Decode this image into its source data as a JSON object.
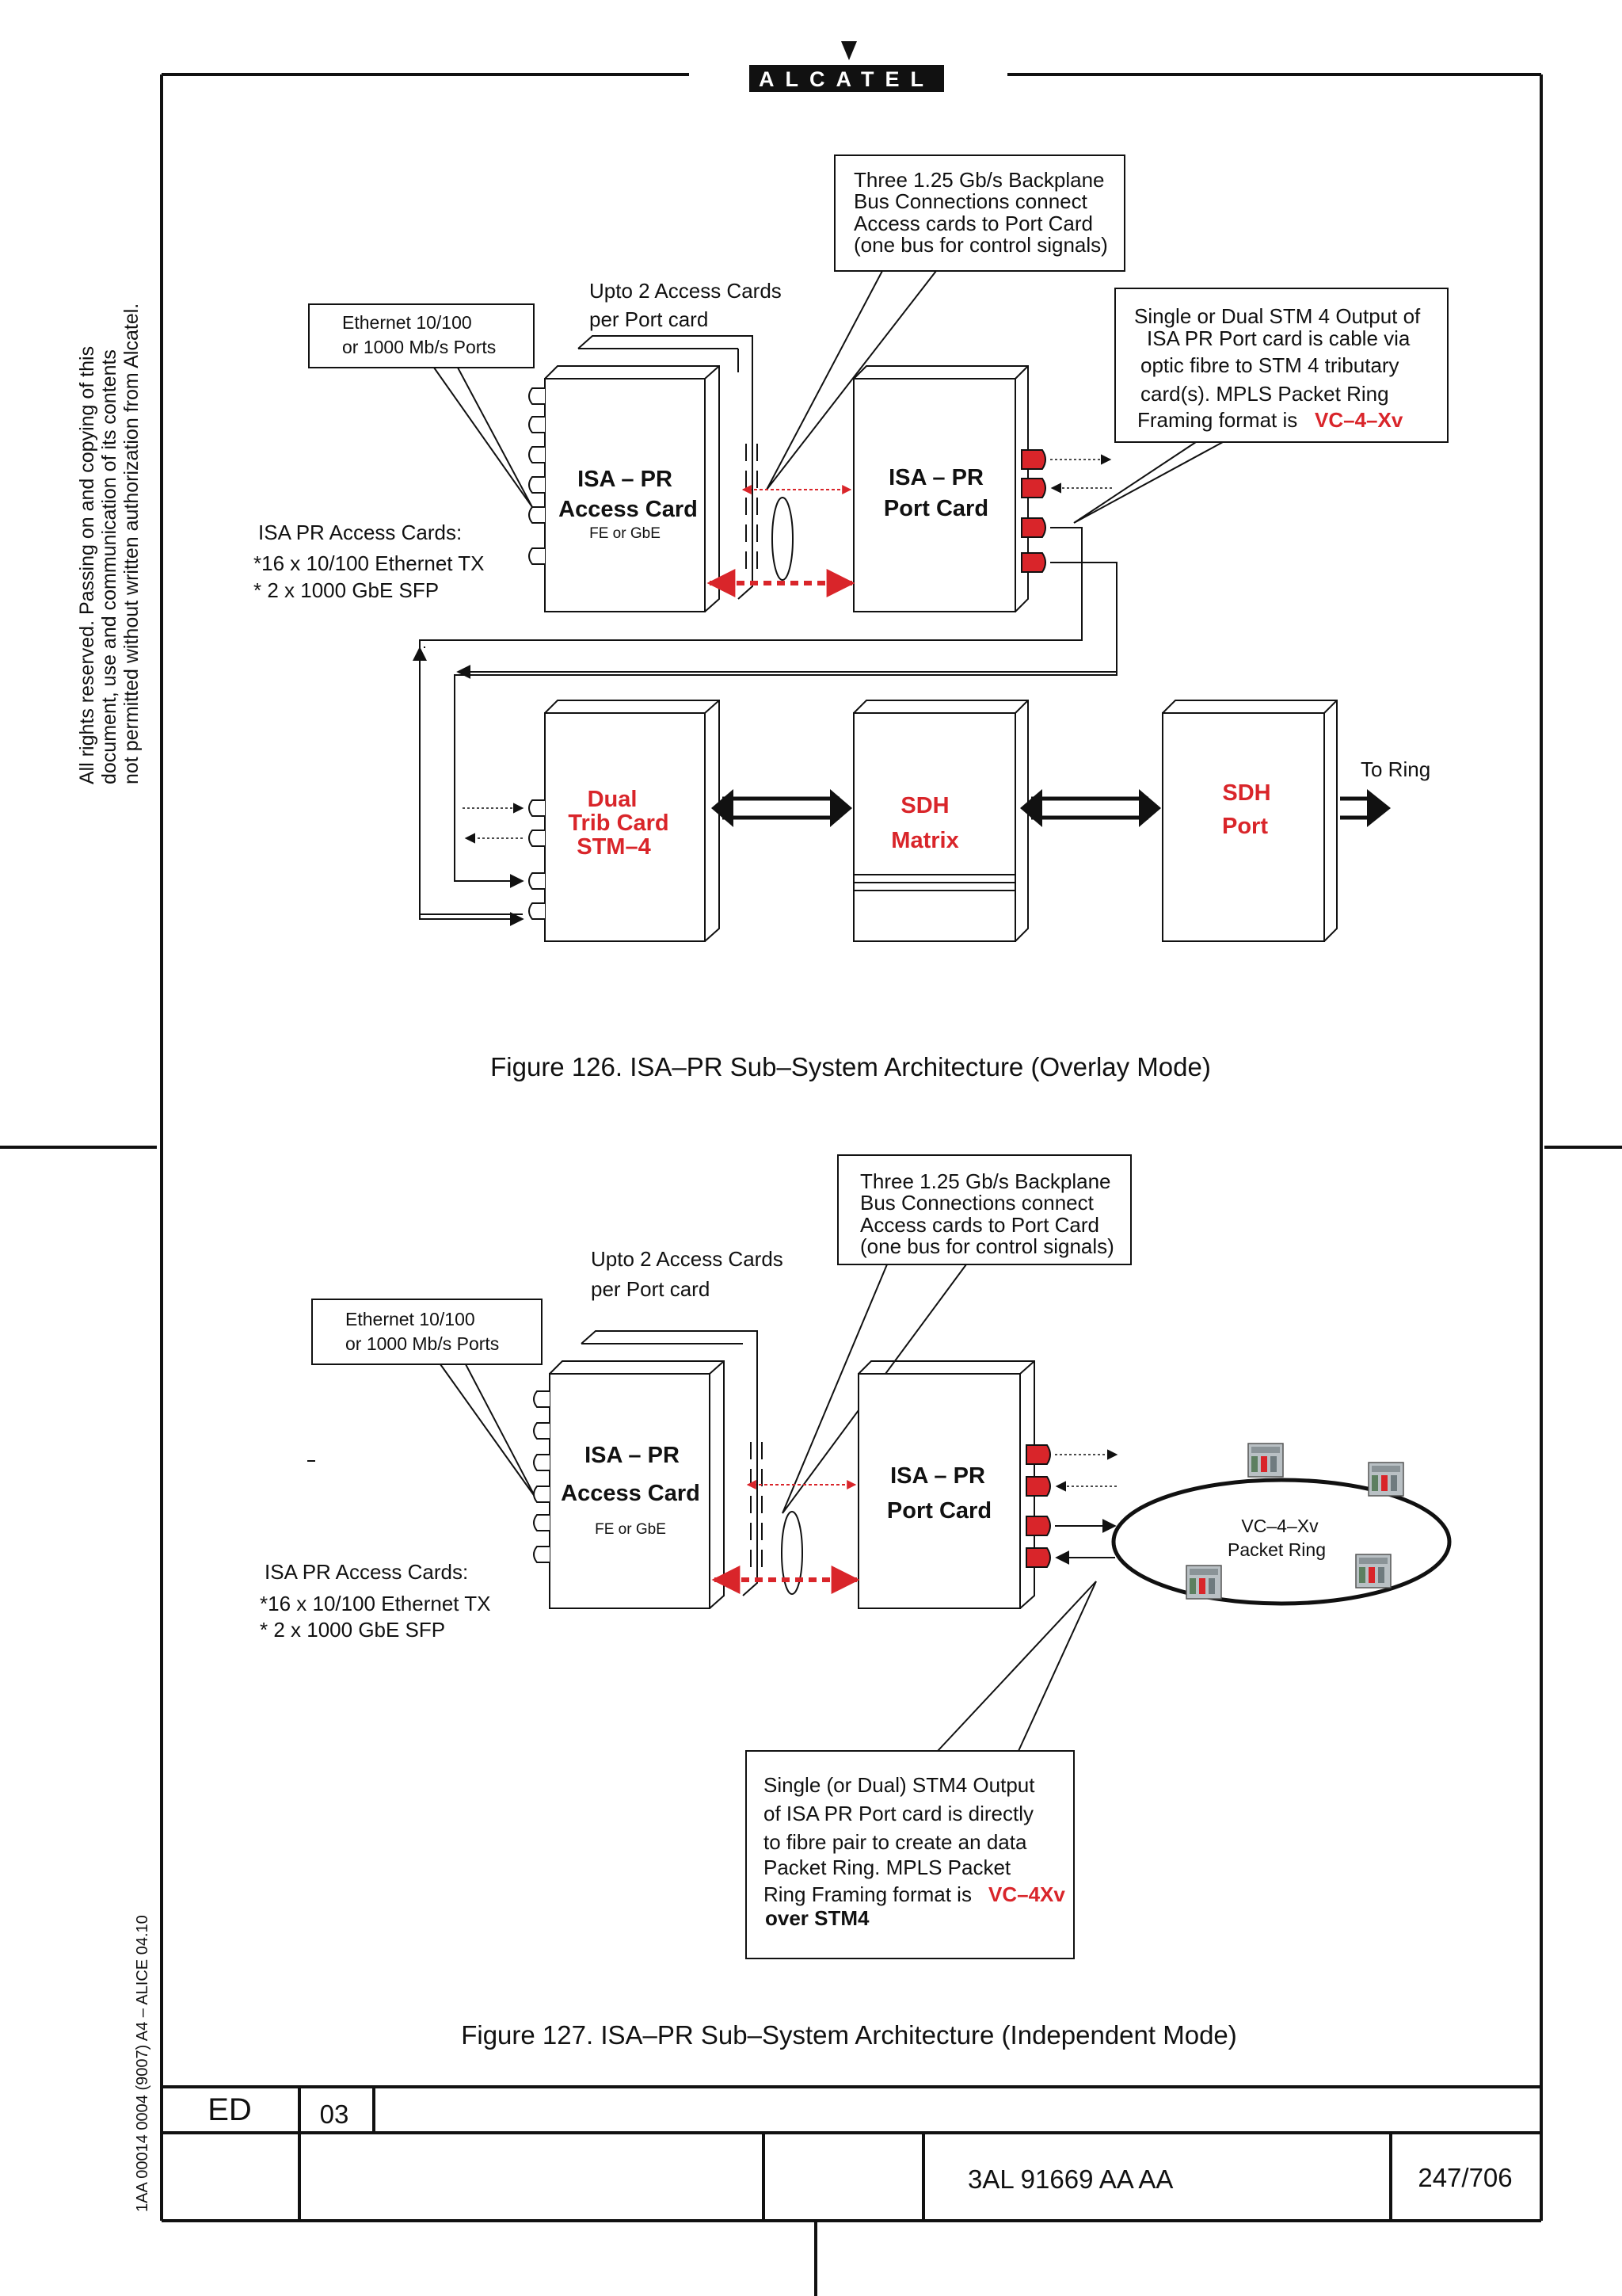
{
  "header": {
    "logo_text": "ALCATEL"
  },
  "side_note": {
    "lines": [
      "All rights reserved. Passing on and copying of this",
      "document, use and communication of its contents",
      "not permitted without written authorization from Alcatel."
    ]
  },
  "doc_code": "1AA 00014 0004 (9007) A4 – ALICE 04.10",
  "figure126": {
    "caption": "Figure 126. ISA–PR Sub–System Architecture (Overlay Mode)",
    "backplane_note": [
      "Three 1.25 Gb/s Backplane",
      "Bus Connections connect",
      "Access cards to Port Card",
      "(one bus for control signals)"
    ],
    "upto_note": [
      "Upto 2 Access Cards",
      "per Port card"
    ],
    "ethernet_note": [
      "Ethernet 10/100",
      "or 1000 Mb/s Ports"
    ],
    "stm_note": [
      "Single or Dual STM 4 Output of",
      "ISA  PR Port card is cable via",
      "optic fibre to STM   4 tributary",
      "card(s). MPLS Packet Ring",
      "Framing format is"
    ],
    "stm_note_red": "VC–4–Xv",
    "access_card": [
      "ISA – PR",
      "Access Card"
    ],
    "access_card_sub": "FE or GbE",
    "port_card": [
      "ISA – PR",
      "Port Card"
    ],
    "access_list": [
      "ISA   PR Access Cards:",
      "*16 x 10/100 Ethernet TX",
      "* 2 x 1000 GbE SFP"
    ],
    "trib_card": [
      "Dual",
      "Trib Card",
      "STM–4"
    ],
    "sdh_matrix": [
      "SDH",
      "Matrix"
    ],
    "sdh_port": [
      "SDH",
      "Port"
    ],
    "to_ring": "To Ring"
  },
  "figure127": {
    "caption": "Figure 127. ISA–PR Sub–System Architecture (Independent Mode)",
    "backplane_note": [
      "Three 1.25 Gb/s Backplane",
      "Bus Connections connect",
      "Access cards to Port Card",
      "(one bus for control signals)"
    ],
    "upto_note": [
      "Upto 2 Access Cards",
      "per Port card"
    ],
    "ethernet_note": [
      "Ethernet 10/100",
      "or 1000 Mb/s Ports"
    ],
    "access_card": [
      "ISA – PR",
      "Access Card"
    ],
    "access_card_sub": "FE or GbE",
    "port_card": [
      "ISA – PR",
      "Port Card"
    ],
    "access_list": [
      "ISA   PR Access Cards:",
      "*16 x 10/100 Ethernet TX",
      "* 2 x 1000 GbE SFP"
    ],
    "ring_label": [
      "VC–4–Xv",
      "Packet Ring"
    ],
    "output_note": [
      "Single (or Dual) STM4 Output",
      " of ISA  PR Port card is directly",
      "to fibre pair to create an data",
      "Packet Ring. MPLS Packet",
      "Ring Framing format is"
    ],
    "output_note_red": "VC–4Xv",
    "output_note_bold": "over STM4"
  },
  "footer": {
    "ed_label": "ED",
    "ed_value": "03",
    "doc_number": "3AL 91669 AA  AA",
    "page": "247/706"
  },
  "colors": {
    "accent_red": "#d9252a",
    "line": "#111111"
  }
}
